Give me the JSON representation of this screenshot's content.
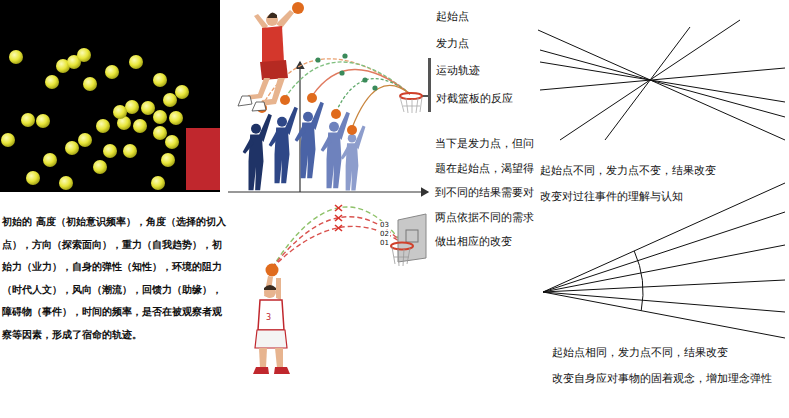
{
  "diagram": {
    "labels": [
      "初始的 高度（初始意识频率），角度（选择的切入点），方向（探索面向），重力（自我趋势），初始力（业力），自身的弹性（知性），环境的阻力（时代人文），风向（潮流），回馈力（助缘），障碍物（事件），时间的频率，是否在被观察者观察等因素，形成了宿命的轨迹。",
      "起始点",
      "发力点",
      "运动轨迹",
      "对截篮板的反应",
      "当下是发力点，但问题在起始点，渴望得到不同的结果需要对两点依据不同的需求做出相应的改变",
      "03",
      "02",
      "01",
      "起始点不同，发力点不变，结果改变",
      "改变对过往事件的理解与认知",
      "起始点相同，发力点不同，结果改变",
      "改变自身应对事物的固着观念，增加理念弹性"
    ]
  }
}
